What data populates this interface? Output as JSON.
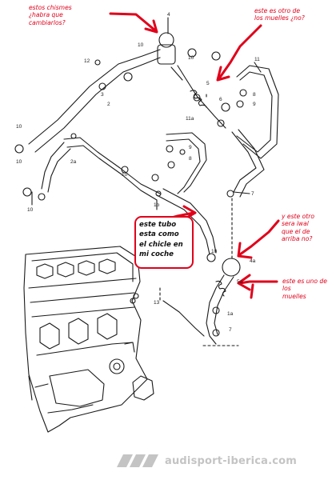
{
  "notes": {
    "top_left": [
      "estos chismes",
      "¿habra que",
      "cambiarlos?"
    ],
    "top_right": [
      "este es otro de",
      "los muelles ¿no?"
    ],
    "mid_right": [
      "y este otro",
      "sera iwal",
      "que el de",
      "arriba no?"
    ],
    "spring": [
      "este es uno de",
      "los",
      "muelles"
    ],
    "callout": [
      "este tubo",
      "esta como",
      "el chicle en",
      "mi coche"
    ]
  },
  "part_labels": {
    "p4": "4",
    "p10a": "10",
    "p10b": "10",
    "p10c": "10",
    "p10d": "10",
    "p10e": "10",
    "p10f": "10",
    "p10g": "10",
    "p12": "12",
    "p11": "11",
    "p11a": "11a",
    "p5": "5",
    "p6": "6",
    "p8a": "8",
    "p8b": "8",
    "p9a": "9",
    "p9b": "9",
    "p3": "3",
    "p2": "2",
    "p2a": "2a",
    "p1b": "1b",
    "p7a": "7",
    "p7b": "7",
    "p4a": "4a",
    "p5a": "5a",
    "p1a": "1a",
    "p13": "13"
  },
  "watermark": {
    "text": "audisport-iberica.com"
  },
  "colors": {
    "annotation": "#e0001a",
    "line": "#1a1a1a",
    "watermark": "#c4c4c4"
  }
}
